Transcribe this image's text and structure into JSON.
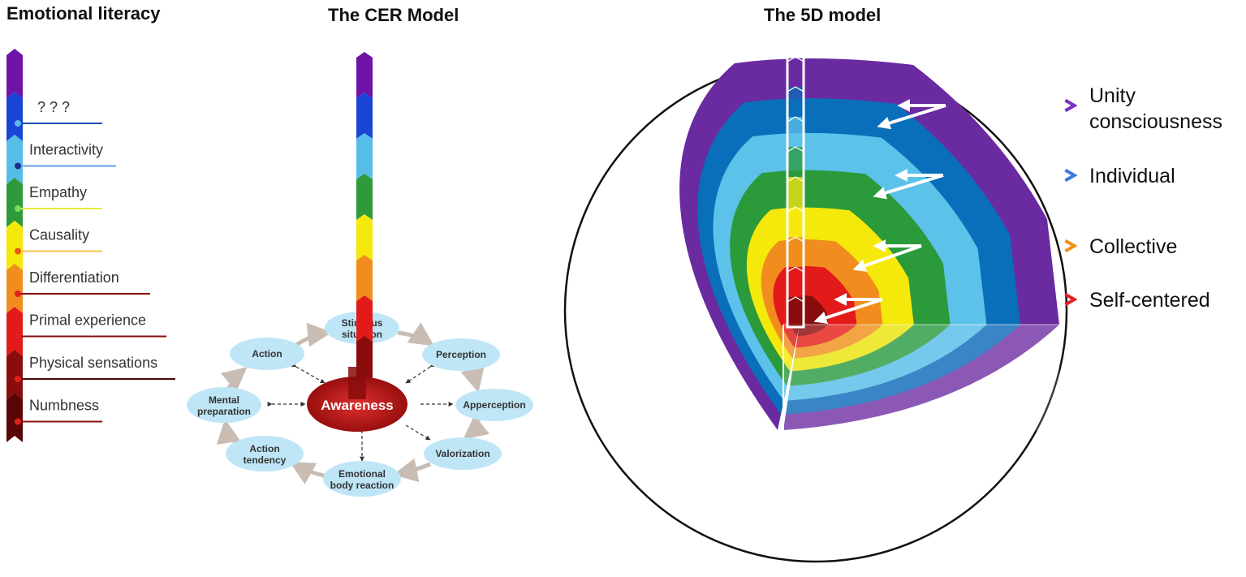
{
  "titles": {
    "emotional_literacy": "Emotional literacy",
    "cer_model": "The CER Model",
    "five_d_model": "The 5D model"
  },
  "emotional_literacy": {
    "levels": [
      {
        "label": "? ? ?",
        "color": "#1a44d6",
        "underline": "#1a4fb4",
        "dot": "#5fb8ea"
      },
      {
        "label": "Interactivity",
        "color": "#56bde9",
        "underline": "#5fa0e0",
        "dot": "#1d2e8a"
      },
      {
        "label": "Empathy",
        "color": "#2e9a3a",
        "underline": "#e9e93a",
        "dot": "#7ed957"
      },
      {
        "label": "Causality",
        "color": "#f5e80b",
        "underline": "#f5c84a",
        "dot": "#e85b0f"
      },
      {
        "label": "Differentiation",
        "color": "#f08d1e",
        "underline": "#8a1010",
        "dot": "#e02020"
      },
      {
        "label": "Primal experience",
        "color": "#e31a1a",
        "underline": "#8a1010",
        "dot": "#e02020"
      },
      {
        "label": "Physical sensations",
        "color": "#8a0c0c",
        "underline": "#4a0707",
        "dot": "#e02020"
      },
      {
        "label": "Numbness",
        "color": "#5a0606",
        "underline": "#8a1010",
        "dot": "#e02020"
      }
    ],
    "top_color": "#6f12a6"
  },
  "cer": {
    "center": "Awareness",
    "nodes": [
      {
        "id": "stimulus",
        "line1": "Stimulus",
        "line2": "situation"
      },
      {
        "id": "perception",
        "line1": "Perception",
        "line2": ""
      },
      {
        "id": "apperception",
        "line1": "Apperception",
        "line2": ""
      },
      {
        "id": "valorization",
        "line1": "Valorization",
        "line2": ""
      },
      {
        "id": "emotional-body-reaction",
        "line1": "Emotional",
        "line2": "body reaction"
      },
      {
        "id": "action-tendency",
        "line1": "Action",
        "line2": "tendency"
      },
      {
        "id": "mental-preparation",
        "line1": "Mental",
        "line2": "preparation"
      },
      {
        "id": "action",
        "line1": "Action",
        "line2": ""
      }
    ]
  },
  "five_d": {
    "dimensions": [
      {
        "line1": "Unity",
        "line2": "consciousness",
        "arrow_color": "#7b2fc9"
      },
      {
        "line1": "Individual",
        "line2": "",
        "arrow_color": "#3a7be0"
      },
      {
        "line1": "Collective",
        "line2": "",
        "arrow_color": "#f0901c"
      },
      {
        "line1": "Self-centered",
        "line2": "",
        "arrow_color": "#e52020"
      }
    ],
    "layer_colors": [
      "#6a2aa0",
      "#0a6fba",
      "#5cc2ea",
      "#2a9a3a",
      "#f5e80b",
      "#f08d1e",
      "#e31a1a",
      "#8a0c0c"
    ]
  }
}
